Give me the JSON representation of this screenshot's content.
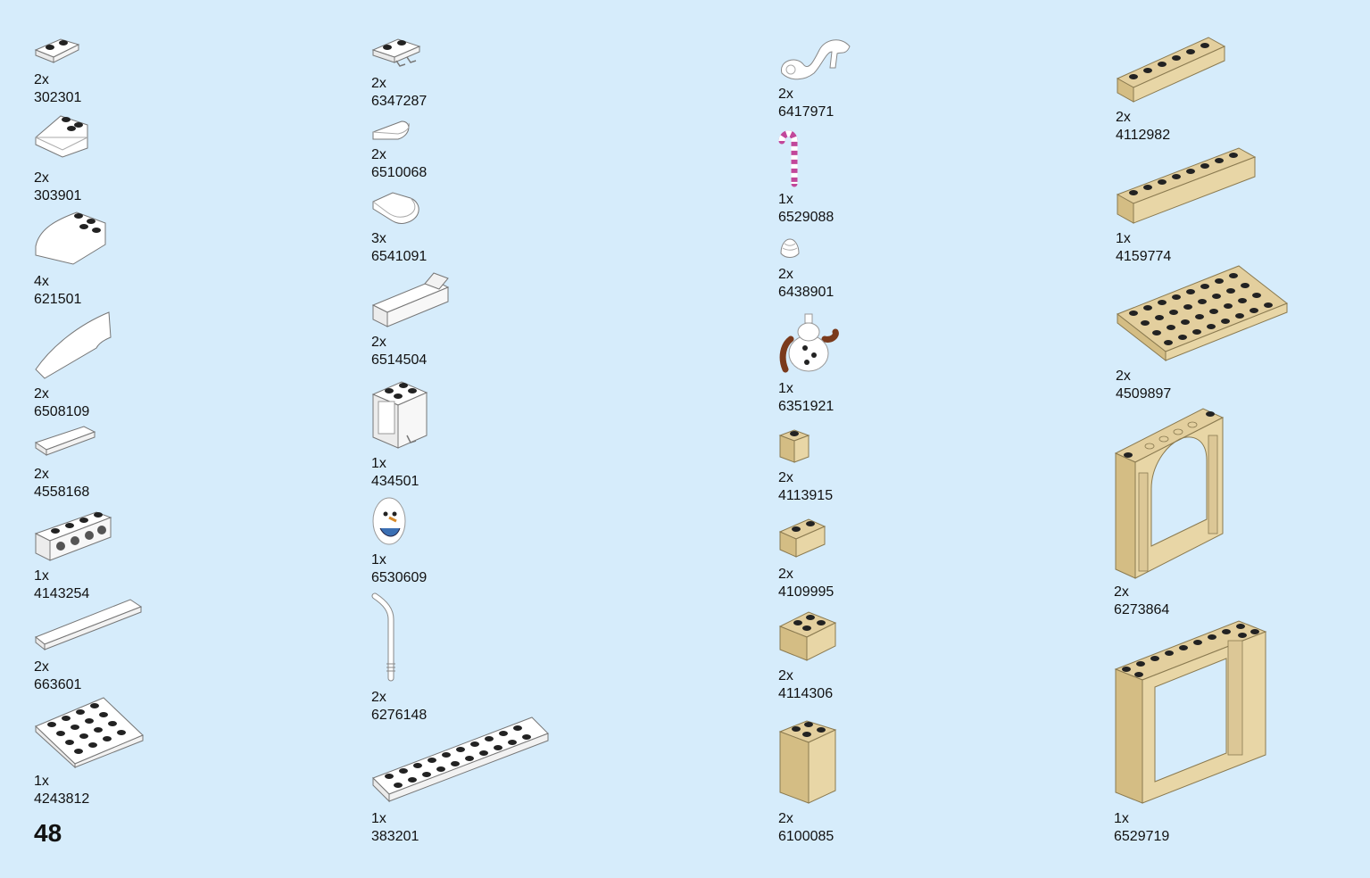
{
  "page_number": "48",
  "parts": [
    {
      "qty": "2x",
      "id": "302301",
      "icon": "plate-1x2-white-icon",
      "color": "#ffffff"
    },
    {
      "qty": "2x",
      "id": "303901",
      "icon": "slope-2x2-white-icon",
      "color": "#ffffff"
    },
    {
      "qty": "4x",
      "id": "621501",
      "icon": "curved-slope-2x4-white-icon",
      "color": "#ffffff"
    },
    {
      "qty": "2x",
      "id": "6508109",
      "icon": "curved-slope-long-white-icon",
      "color": "#ffffff"
    },
    {
      "qty": "2x",
      "id": "4558168",
      "icon": "tile-1x4-white-icon",
      "color": "#ffffff"
    },
    {
      "qty": "1x",
      "id": "4143254",
      "icon": "technic-brick-1x4-white-icon",
      "color": "#ffffff"
    },
    {
      "qty": "2x",
      "id": "663601",
      "icon": "tile-1x6-white-icon",
      "color": "#ffffff"
    },
    {
      "qty": "1x",
      "id": "4243812",
      "icon": "plate-4x6-white-icon",
      "color": "#ffffff"
    },
    {
      "qty": "2x",
      "id": "6347287",
      "icon": "plate-clip-white-icon",
      "color": "#ffffff"
    },
    {
      "qty": "2x",
      "id": "6510068",
      "icon": "round-tile-half-white-icon",
      "color": "#ffffff"
    },
    {
      "qty": "3x",
      "id": "6541091",
      "icon": "round-plate-2x2-white-icon",
      "color": "#ffffff"
    },
    {
      "qty": "2x",
      "id": "6514504",
      "icon": "bracket-plate-white-icon",
      "color": "#ffffff"
    },
    {
      "qty": "1x",
      "id": "434501",
      "icon": "container-box-white-icon",
      "color": "#ffffff"
    },
    {
      "qty": "1x",
      "id": "6530609",
      "icon": "snowman-head-icon",
      "color": "#ffffff"
    },
    {
      "qty": "2x",
      "id": "6276148",
      "icon": "bar-with-clip-white-icon",
      "color": "#ffffff"
    },
    {
      "qty": "1x",
      "id": "383201",
      "icon": "plate-2x10-white-icon",
      "color": "#ffffff"
    },
    {
      "qty": "2x",
      "id": "6417971",
      "icon": "swirl-element-white-icon",
      "color": "#ffffff"
    },
    {
      "qty": "1x",
      "id": "6529088",
      "icon": "candy-cane-icon",
      "color": "#c2479a"
    },
    {
      "qty": "2x",
      "id": "6438901",
      "icon": "cone-swirl-white-icon",
      "color": "#ffffff"
    },
    {
      "qty": "1x",
      "id": "6351921",
      "icon": "snowman-body-icon",
      "color": "#7a3a1c"
    },
    {
      "qty": "2x",
      "id": "4113915",
      "icon": "brick-1x1-tan-icon",
      "color": "#dcc796"
    },
    {
      "qty": "2x",
      "id": "4109995",
      "icon": "brick-1x2-tan-icon",
      "color": "#dcc796"
    },
    {
      "qty": "2x",
      "id": "4114306",
      "icon": "brick-2x2-tan-icon",
      "color": "#dcc796"
    },
    {
      "qty": "2x",
      "id": "6100085",
      "icon": "tall-brick-2x2-tan-icon",
      "color": "#dcc796"
    },
    {
      "qty": "2x",
      "id": "4112982",
      "icon": "plate-1x6-tan-icon",
      "color": "#dcc796"
    },
    {
      "qty": "1x",
      "id": "4159774",
      "icon": "plate-1x8-tan-icon",
      "color": "#dcc796"
    },
    {
      "qty": "2x",
      "id": "4509897",
      "icon": "plate-4x8-tan-icon",
      "color": "#dcc796"
    },
    {
      "qty": "2x",
      "id": "6273864",
      "icon": "arch-window-tan-icon",
      "color": "#dcc796"
    },
    {
      "qty": "1x",
      "id": "6529719",
      "icon": "door-frame-tan-icon",
      "color": "#dcc796"
    }
  ]
}
